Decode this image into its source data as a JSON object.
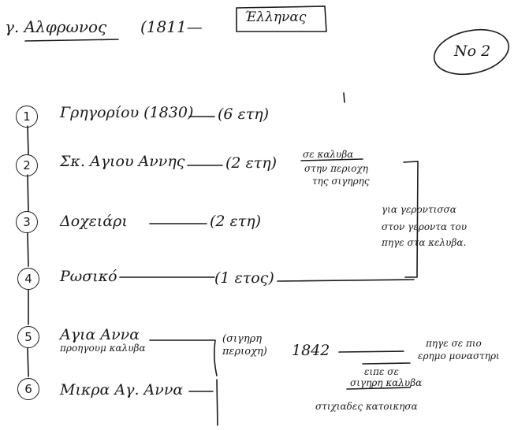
{
  "header": {
    "name": "γ. Αλφρωνος",
    "born": "(1811—",
    "boxed": "Έλληνας",
    "page_no": "Νο 2"
  },
  "rows": [
    {
      "num": "1",
      "place": "Γρηγορίου (1830)",
      "duration": "(6 ετη)"
    },
    {
      "num": "2",
      "place": "Σκ. Αγιου Αννης",
      "duration": "(2 ετη)"
    },
    {
      "num": "3",
      "place": "Δοχειάρι",
      "duration": "(2 ετη)"
    },
    {
      "num": "4",
      "place": "Ρωσικό",
      "duration": "(1 ετος)"
    },
    {
      "num": "5",
      "place": "Αγια Αννα",
      "place_sub": "προηγουμ καλυβα",
      "duration": "(σιγηρη",
      "duration2": "περιοχη)"
    },
    {
      "num": "6",
      "place": "Μικρα Αγ. Αννα",
      "duration": ""
    }
  ],
  "notes": {
    "row2_note": [
      "σε καλυβα",
      "στην περιοχη",
      "της σιγηρης"
    ],
    "right_note": [
      "για γεροντισσα",
      "στον γεροντα του",
      "πηγε στα κελυβα."
    ],
    "year_1842": "1842",
    "row5_right": [
      "πηγε σε πιο",
      "ερημο μοναστηρι"
    ],
    "middle_note": [
      "ειπε σε",
      "σιγηρη καλυβα",
      "στιχιαδες κατοικησα"
    ]
  }
}
